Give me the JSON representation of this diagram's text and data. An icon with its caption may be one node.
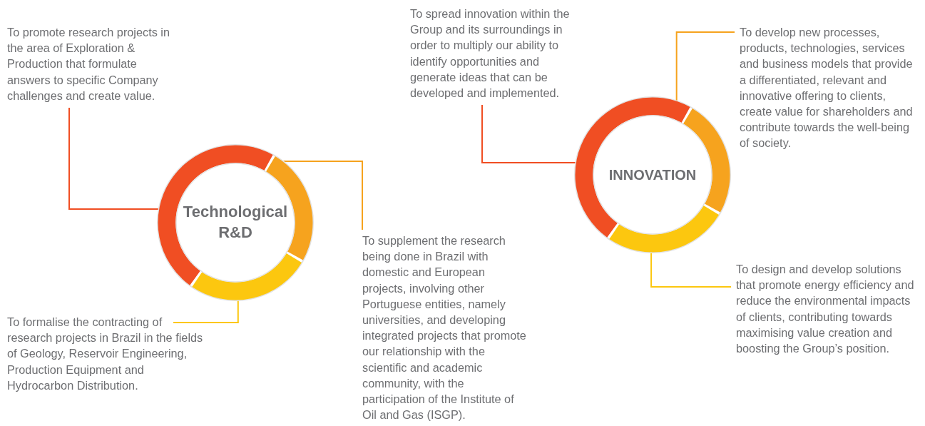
{
  "diagram": {
    "nodes": [
      {
        "text": [
          "To promote research projects in the area of Exploration & Production that formulate answers to specific Company challenges and create value."
        ]
      },
      {
        "text": [
          "Technological R&D"
        ]
      },
      {
        "text": [
          "To supplement the research being done in Brazil with domestic and European projects, involving other Portuguese entities, namely universities, and developing integrated projects that promote our relationship with the scientific and academic community, with the participation of the Institute of Oil and Gas (ISGP)."
        ]
      },
      {
        "text": [
          "To formalise the contracting of research projects in Brazil in the fields of Geology, Reservoir Engineering, Production Equipment and Hydrocarbon Distribution."
        ]
      },
      {
        "text": [
          "To spread innovation within the Group and its surroundings in order to multiply our ability to identify opportunities and generate ideas that can be developed and implemented."
        ]
      },
      {
        "text": [
          "INNOVATION"
        ]
      },
      {
        "text": [
          "To develop new processes, products, technologies, services and business models that provide a differentiated, relevant and innovative offering to clients, create value for shareholders and contribute towards the well-being of society."
        ]
      },
      {
        "text": [
          "To design and develop solutions that promote energy efficiency and reduce the environmental impacts of clients, contributing towards maximising value creation and boosting the Group’s position."
        ]
      }
    ],
    "edges": [
      {
        "from": 0,
        "to": 1,
        "arrow": "none",
        "color": "#f04e23"
      },
      {
        "from": 1,
        "to": 2,
        "arrow": "none",
        "color": "#f6a31e"
      },
      {
        "from": 3,
        "to": 1,
        "arrow": "none",
        "color": "#fcc70f"
      },
      {
        "from": 4,
        "to": 5,
        "arrow": "none",
        "color": "#f04e23"
      },
      {
        "from": 6,
        "to": 5,
        "arrow": "none",
        "color": "#f6a31e"
      },
      {
        "from": 7,
        "to": 5,
        "arrow": "none",
        "color": "#fcc70f"
      }
    ]
  }
}
